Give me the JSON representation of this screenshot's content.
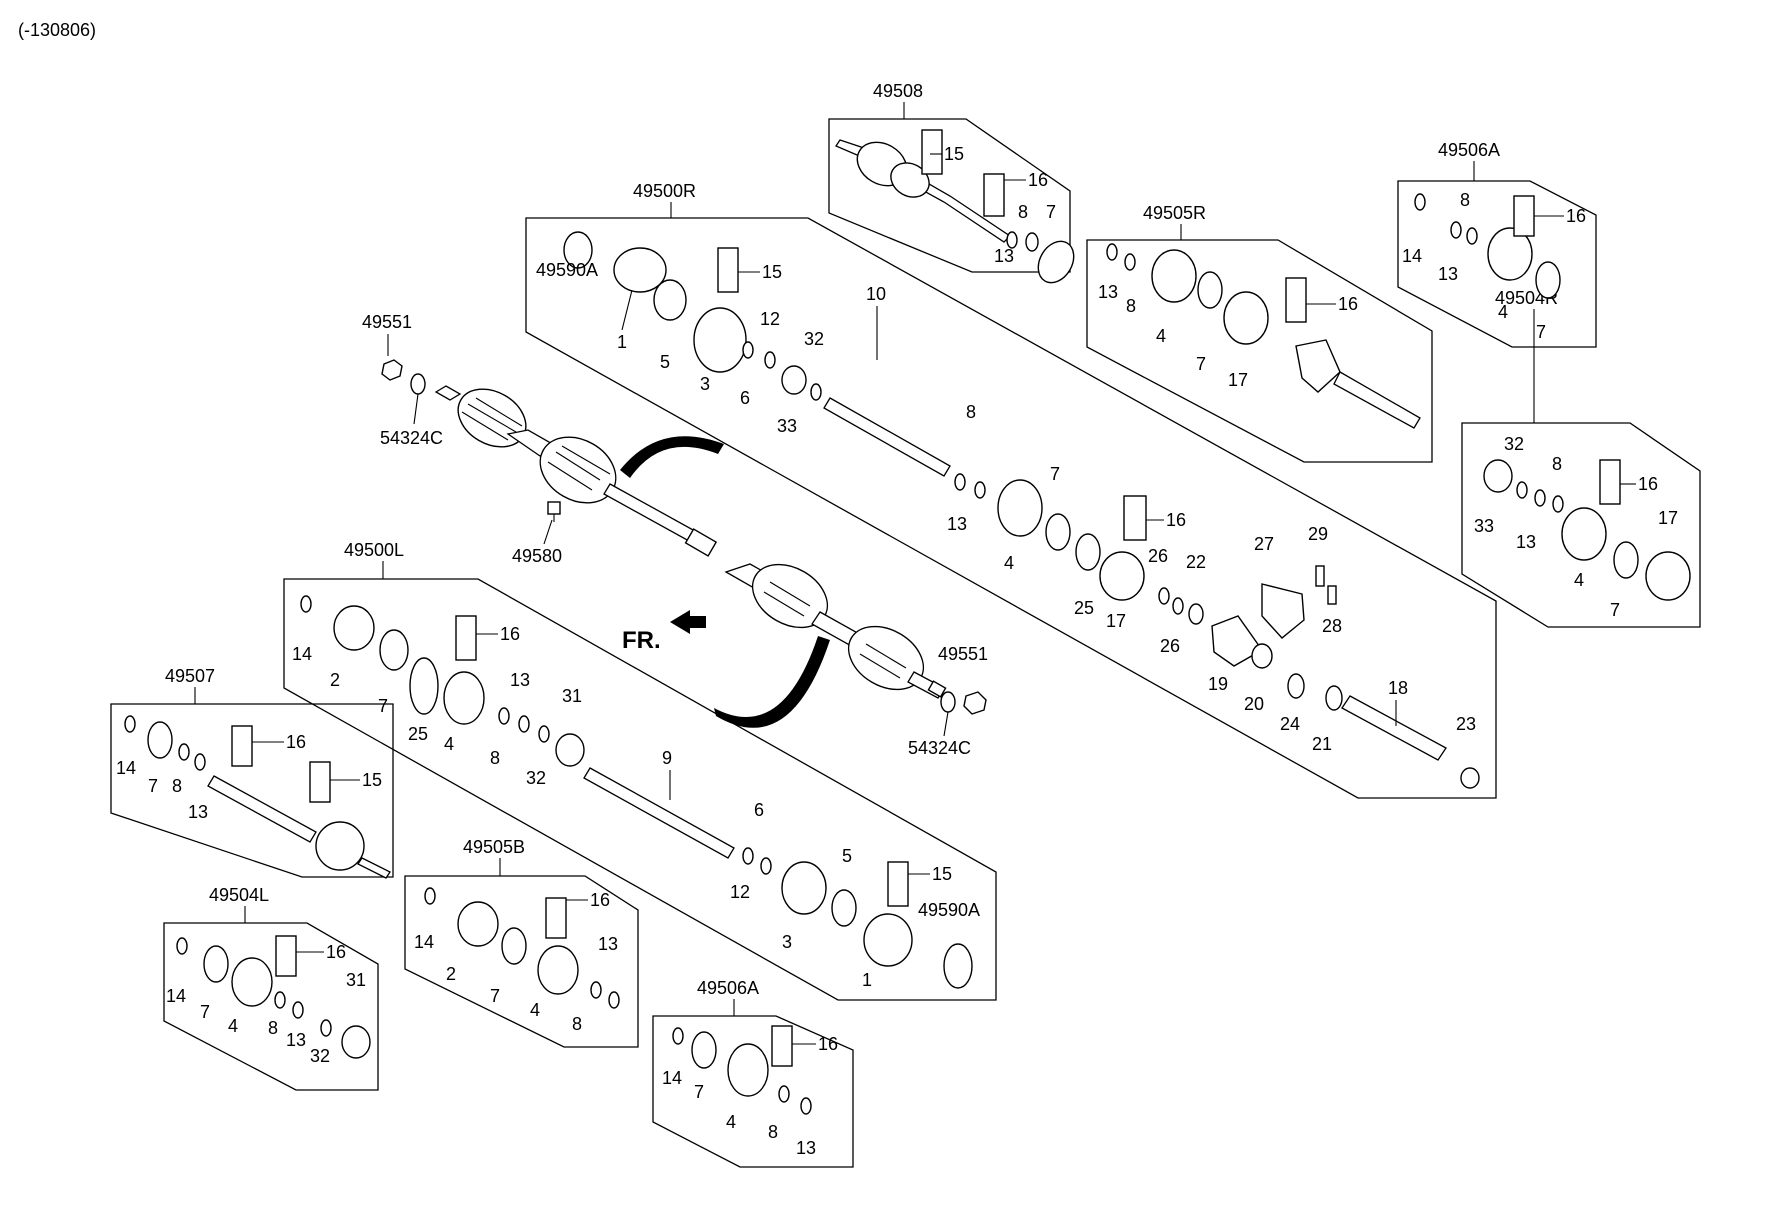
{
  "header": {
    "code": "(-130806)"
  },
  "orientation": {
    "text": "FR."
  },
  "groups": [
    {
      "label": "49508"
    },
    {
      "label": "49500R"
    },
    {
      "label": "49505R"
    },
    {
      "label": "49506A"
    },
    {
      "label": "49504R"
    },
    {
      "label": "49500L"
    },
    {
      "label": "49507"
    },
    {
      "label": "49505B"
    },
    {
      "label": "49504L"
    },
    {
      "label": "49506A"
    }
  ],
  "callouts": [
    "15",
    "16",
    "8",
    "7",
    "13",
    "49590A",
    "15",
    "1",
    "5",
    "3",
    "12",
    "6",
    "32",
    "33",
    "10",
    "8",
    "13",
    "7",
    "4",
    "16",
    "25",
    "17",
    "26",
    "22",
    "27",
    "29",
    "28",
    "26",
    "19",
    "20",
    "24",
    "21",
    "18",
    "23",
    "13",
    "8",
    "4",
    "7",
    "16",
    "17",
    "14",
    "8",
    "16",
    "13",
    "4",
    "7",
    "32",
    "8",
    "33",
    "13",
    "16",
    "4",
    "7",
    "17",
    "49551",
    "54324C",
    "49580",
    "49551",
    "54324C",
    "14",
    "2",
    "7",
    "16",
    "25",
    "4",
    "8",
    "13",
    "32",
    "31",
    "9",
    "6",
    "12",
    "5",
    "15",
    "3",
    "49590A",
    "1",
    "14",
    "7",
    "8",
    "13",
    "16",
    "15",
    "14",
    "2",
    "16",
    "7",
    "4",
    "8",
    "13",
    "14",
    "7",
    "4",
    "16",
    "8",
    "13",
    "32",
    "31",
    "14",
    "7",
    "4",
    "16",
    "8",
    "13"
  ]
}
